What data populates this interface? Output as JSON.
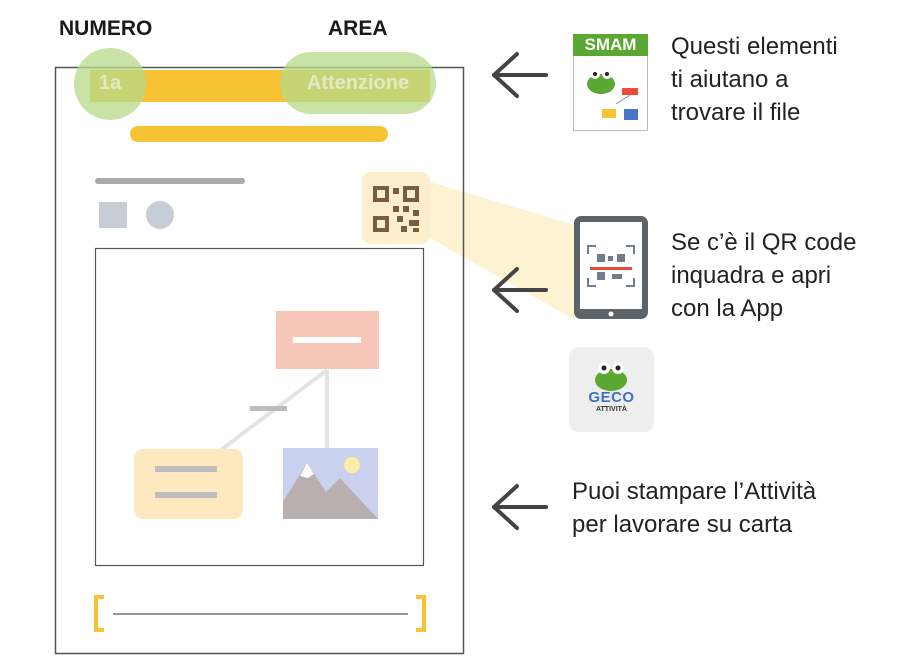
{
  "header": {
    "numero_label": "NUMERO",
    "area_label": "AREA"
  },
  "sheet": {
    "number_tag": "1a",
    "area_tag": "Attenzione"
  },
  "legend": [
    {
      "icon": "smam-icon",
      "badge": "SMAM",
      "text_lines": [
        "Questi elementi",
        "ti aiutano a",
        "trovare il file"
      ]
    },
    {
      "icon": "tablet-qr-scan-icon",
      "text_lines": [
        "Se c’è il QR code",
        "inquadra e apri",
        "con la App"
      ]
    },
    {
      "icon": "geco-app-icon",
      "badge": "GECO",
      "badge_sub": "ATTIVITÀ"
    },
    {
      "icon": "arrow-left-icon",
      "text_lines": [
        "Puoi stampare l’Attività",
        "per lavorare su carta"
      ]
    }
  ],
  "colors": {
    "yellow": "#f7c234",
    "green_highlight": "#b7d98a",
    "qr_bg": "#fdefcd",
    "qr_fg": "#7a5d3a",
    "salmon": "#f6c6b8",
    "cream": "#fde8bf",
    "grey": "#bdbdbd",
    "beam": "#fdf3d3"
  }
}
